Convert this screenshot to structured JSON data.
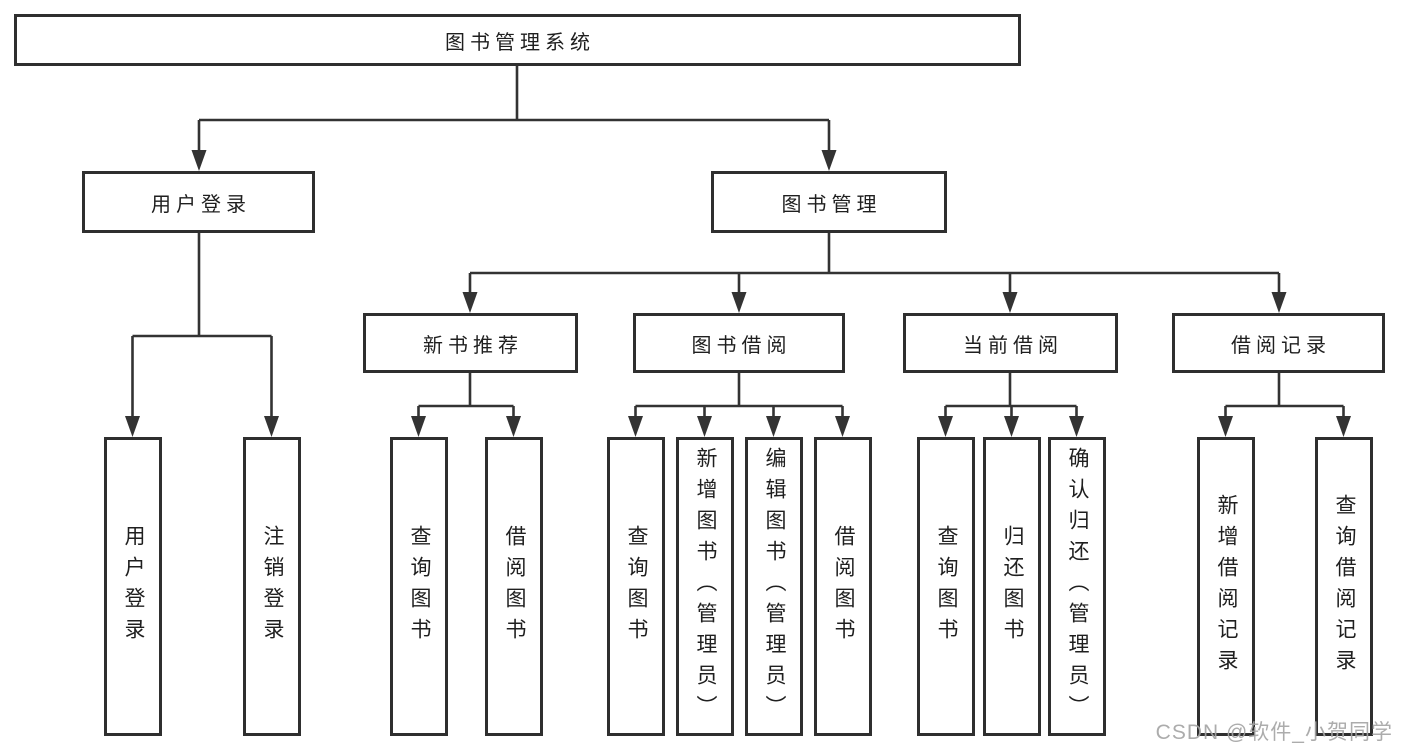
{
  "colors": {
    "line": "#333333",
    "box_border": "#2f2f2f",
    "box_background": "#ffffff",
    "text": "#1f1f1f",
    "watermark": "#a5a5a5",
    "background": "#ffffff"
  },
  "nodes": {
    "root": {
      "label": "图书管理系统"
    },
    "level2": [
      {
        "id": "user-login",
        "label": "用户登录"
      },
      {
        "id": "book-management",
        "label": "图书管理"
      }
    ],
    "level3": [
      {
        "id": "new-book-recommend",
        "parent": "图书管理",
        "label": "新书推荐"
      },
      {
        "id": "book-borrow",
        "parent": "图书管理",
        "label": "图书借阅"
      },
      {
        "id": "current-borrow",
        "parent": "图书管理",
        "label": "当前借阅"
      },
      {
        "id": "borrow-records",
        "parent": "图书管理",
        "label": "借阅记录"
      }
    ],
    "leaves": [
      {
        "parent": "用户登录",
        "label": "用户登录"
      },
      {
        "parent": "用户登录",
        "label": "注销登录"
      },
      {
        "parent": "新书推荐",
        "label": "查询图书"
      },
      {
        "parent": "新书推荐",
        "label": "借阅图书"
      },
      {
        "parent": "图书借阅",
        "label": "查询图书"
      },
      {
        "parent": "图书借阅",
        "label": "新增图书（管理员）"
      },
      {
        "parent": "图书借阅",
        "label": "编辑图书（管理员）"
      },
      {
        "parent": "图书借阅",
        "label": "借阅图书"
      },
      {
        "parent": "当前借阅",
        "label": "查询图书"
      },
      {
        "parent": "当前借阅",
        "label": "归还图书"
      },
      {
        "parent": "当前借阅",
        "label": "确认归还（管理员）"
      },
      {
        "parent": "借阅记录",
        "label": "新增借阅记录"
      },
      {
        "parent": "借阅记录",
        "label": "查询借阅记录"
      }
    ]
  },
  "watermark": {
    "text": "CSDN @软件_小贺同学"
  }
}
